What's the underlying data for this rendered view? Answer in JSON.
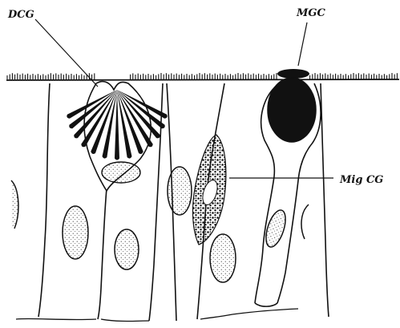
{
  "labels": {
    "dcg": "DCG",
    "mgc": "MGC",
    "mig_cg": "Mig CG"
  },
  "colors": {
    "ink": "#111111",
    "paper": "#ffffff"
  }
}
